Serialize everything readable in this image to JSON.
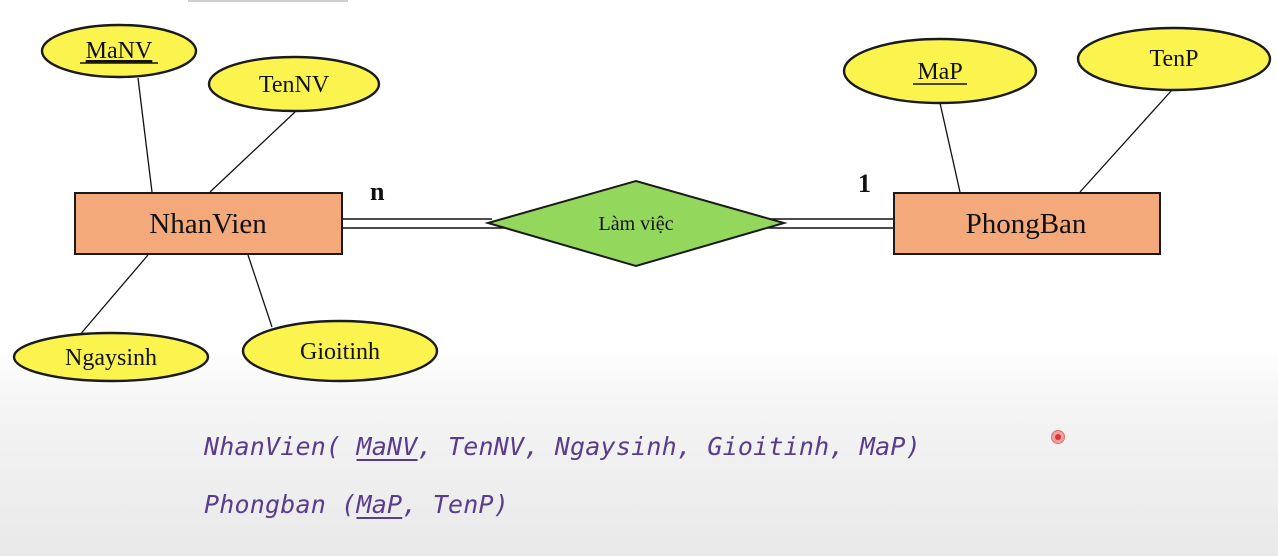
{
  "diagram": {
    "entities": {
      "nhanvien": "NhanVien",
      "phongban": "PhongBan"
    },
    "relationship": "Làm việc",
    "cardinality": {
      "left": "n",
      "right": "1"
    },
    "attributes": {
      "manv": "MaNV",
      "tennv": "TenNV",
      "ngaysinh": "Ngaysinh",
      "gioitinh": "Gioitinh",
      "map": "MaP",
      "tenp": "TenP"
    },
    "colors": {
      "entity_fill": "#f4a97b",
      "attribute_fill": "#fbf44e",
      "relationship_fill": "#94d75d"
    }
  },
  "schema": {
    "nhanvien": {
      "name": "NhanVien",
      "open": "( ",
      "key": "MaNV",
      "rest": ", TenNV, Ngaysinh, Gioitinh, MaP)"
    },
    "phongban": {
      "name": "Phongban",
      "open": " (",
      "key": "MaP",
      "rest": ", TenP)"
    }
  }
}
